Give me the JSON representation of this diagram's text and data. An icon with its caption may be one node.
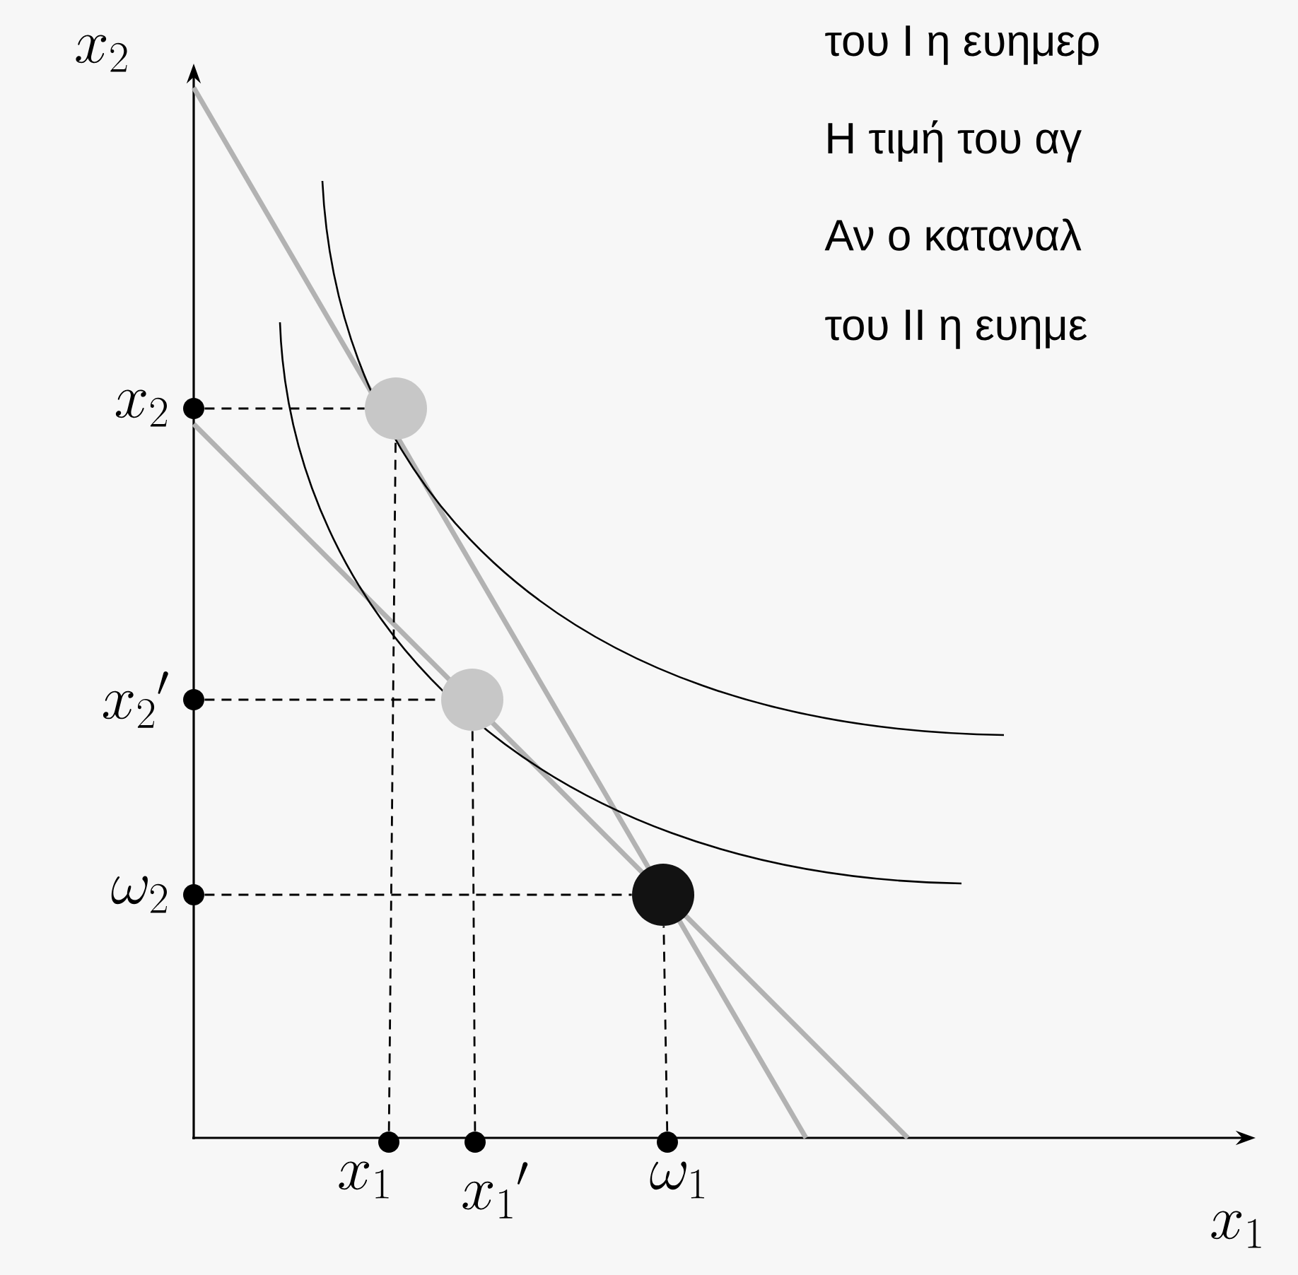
{
  "diagram": {
    "nodes": [
      {
        "text": [],
        "shape": "circle",
        "beside": [
          "x_2"
        ]
      },
      {
        "text": [],
        "shape": "circle",
        "beside": [
          "x_2{}'"
        ]
      },
      {
        "text": [],
        "shape": "circle",
        "beside": [
          "\\omega_2"
        ]
      },
      {
        "text": [],
        "shape": "circle",
        "beside": [
          "x_1"
        ]
      },
      {
        "text": [],
        "shape": "circle",
        "beside": [
          "x_1{}'"
        ]
      },
      {
        "text": [],
        "shape": "circle",
        "beside": [
          "\\omega_1"
        ]
      },
      {
        "text": [],
        "shape": "circle"
      },
      {
        "text": [],
        "shape": "circle"
      },
      {
        "text": [],
        "shape": "circle"
      }
    ],
    "edges": [
      {
        "from": 0,
        "to": 6,
        "arrow": "none",
        "style": "dashed"
      },
      {
        "from": 1,
        "to": 7,
        "arrow": "none",
        "style": "dashed"
      },
      {
        "from": 2,
        "to": 8,
        "arrow": "none",
        "style": "dashed"
      },
      {
        "from": 3,
        "to": 6,
        "arrow": "none",
        "style": "dashed"
      },
      {
        "from": 4,
        "to": 7,
        "arrow": "none",
        "style": "dashed"
      },
      {
        "from": 5,
        "to": 8,
        "arrow": "none",
        "style": "dashed"
      }
    ],
    "labels": [
      "x_2",
      "x_1",
      "του I η ευημερ",
      "Η τιμή του αγ",
      "Αν ο καταναλ",
      "του II η ευημε"
    ]
  }
}
